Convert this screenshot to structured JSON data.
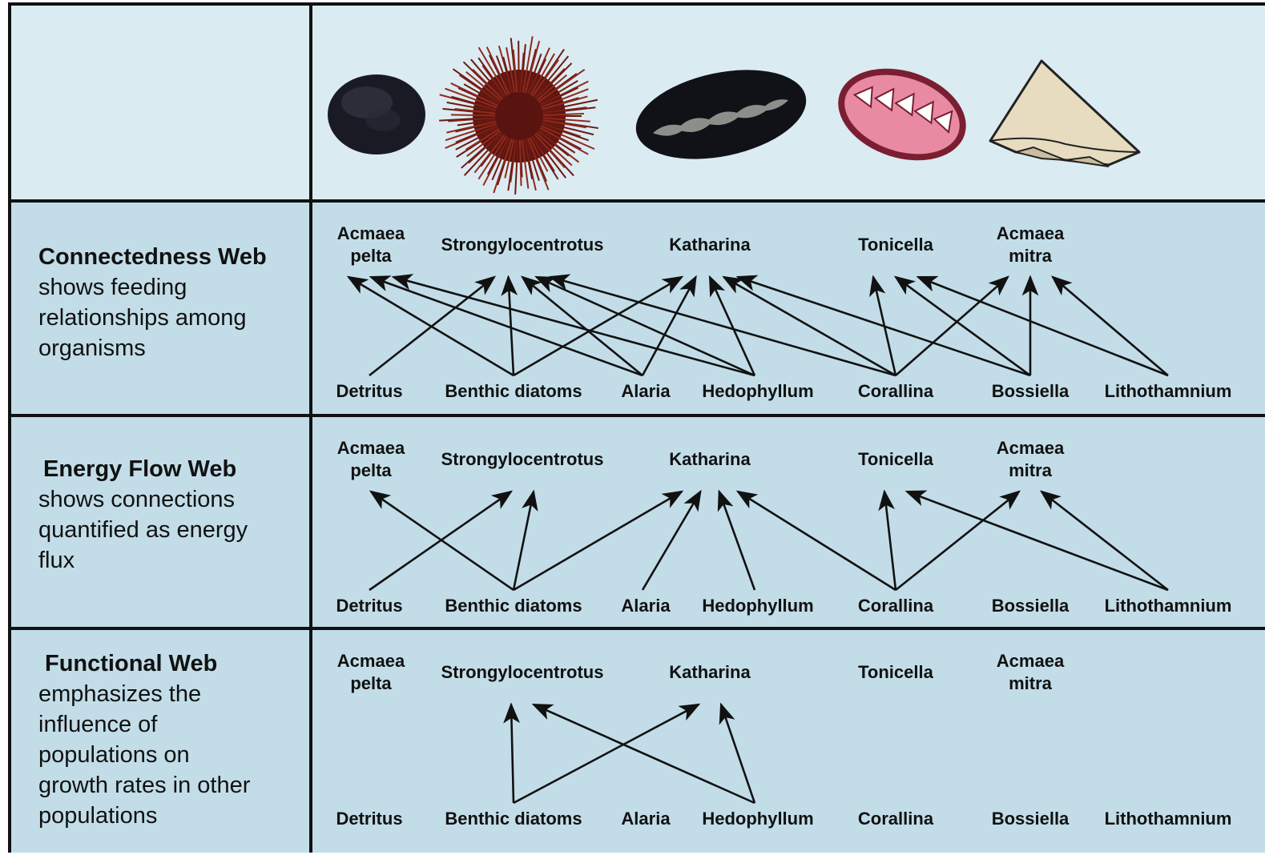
{
  "predators": [
    {
      "id": "acmaea_pelta",
      "lines": [
        "Acmaea",
        "pelta"
      ]
    },
    {
      "id": "strongylocentrotus",
      "lines": [
        "Strongylocentrotus"
      ]
    },
    {
      "id": "katharina",
      "lines": [
        "Katharina"
      ]
    },
    {
      "id": "tonicella",
      "lines": [
        "Tonicella"
      ]
    },
    {
      "id": "acmaea_mitra",
      "lines": [
        "Acmaea",
        "mitra"
      ]
    }
  ],
  "prey": [
    {
      "id": "detritus",
      "label": "Detritus"
    },
    {
      "id": "benthic_diatoms",
      "label": "Benthic diatoms"
    },
    {
      "id": "alaria",
      "label": "Alaria"
    },
    {
      "id": "hedophyllum",
      "label": "Hedophyllum"
    },
    {
      "id": "corallina",
      "label": "Corallina"
    },
    {
      "id": "bossiella",
      "label": "Bossiella"
    },
    {
      "id": "lithothamnium",
      "label": "Lithothamnium"
    }
  ],
  "webs": [
    {
      "id": "connectedness",
      "title": "Connectedness Web",
      "description": [
        "shows feeding",
        "relationships among",
        "organisms"
      ],
      "links": [
        {
          "from": "detritus",
          "to": "strongylocentrotus"
        },
        {
          "from": "benthic_diatoms",
          "to": "acmaea_pelta"
        },
        {
          "from": "benthic_diatoms",
          "to": "strongylocentrotus"
        },
        {
          "from": "benthic_diatoms",
          "to": "katharina"
        },
        {
          "from": "alaria",
          "to": "acmaea_pelta"
        },
        {
          "from": "alaria",
          "to": "strongylocentrotus"
        },
        {
          "from": "alaria",
          "to": "katharina"
        },
        {
          "from": "hedophyllum",
          "to": "acmaea_pelta"
        },
        {
          "from": "hedophyllum",
          "to": "strongylocentrotus"
        },
        {
          "from": "hedophyllum",
          "to": "katharina"
        },
        {
          "from": "corallina",
          "to": "strongylocentrotus"
        },
        {
          "from": "corallina",
          "to": "katharina"
        },
        {
          "from": "corallina",
          "to": "tonicella"
        },
        {
          "from": "corallina",
          "to": "acmaea_mitra"
        },
        {
          "from": "bossiella",
          "to": "katharina"
        },
        {
          "from": "bossiella",
          "to": "tonicella"
        },
        {
          "from": "bossiella",
          "to": "acmaea_mitra"
        },
        {
          "from": "lithothamnium",
          "to": "tonicella"
        },
        {
          "from": "lithothamnium",
          "to": "acmaea_mitra"
        }
      ]
    },
    {
      "id": "energy_flow",
      "title": "Energy Flow Web",
      "description": [
        "shows connections",
        "quantified as energy",
        "flux"
      ],
      "links": [
        {
          "from": "detritus",
          "to": "strongylocentrotus"
        },
        {
          "from": "benthic_diatoms",
          "to": "acmaea_pelta"
        },
        {
          "from": "benthic_diatoms",
          "to": "strongylocentrotus"
        },
        {
          "from": "benthic_diatoms",
          "to": "katharina"
        },
        {
          "from": "alaria",
          "to": "katharina"
        },
        {
          "from": "hedophyllum",
          "to": "katharina"
        },
        {
          "from": "corallina",
          "to": "katharina"
        },
        {
          "from": "corallina",
          "to": "tonicella"
        },
        {
          "from": "corallina",
          "to": "acmaea_mitra"
        },
        {
          "from": "lithothamnium",
          "to": "tonicella"
        },
        {
          "from": "lithothamnium",
          "to": "acmaea_mitra"
        }
      ]
    },
    {
      "id": "functional",
      "title": "Functional Web",
      "description": [
        "emphasizes the",
        "influence of",
        "populations on",
        "growth rates in other",
        "populations"
      ],
      "links": [
        {
          "from": "benthic_diatoms",
          "to": "strongylocentrotus"
        },
        {
          "from": "benthic_diatoms",
          "to": "katharina"
        },
        {
          "from": "hedophyllum",
          "to": "strongylocentrotus"
        },
        {
          "from": "hedophyllum",
          "to": "katharina"
        }
      ]
    }
  ],
  "colors": {
    "header_bg": "#dbebf2",
    "row_bg": "#c2dde8",
    "border": "#111111",
    "arrow": "#111111"
  }
}
